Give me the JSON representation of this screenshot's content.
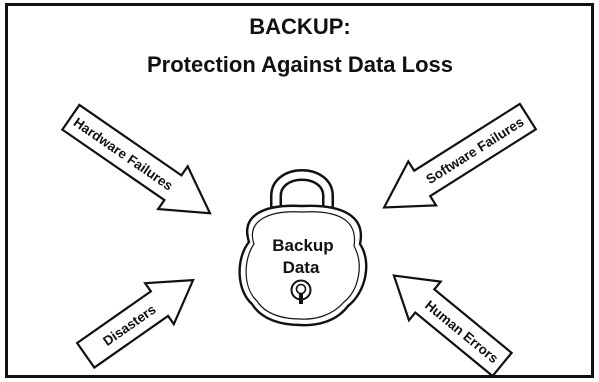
{
  "title": {
    "line1": "BACKUP:",
    "line2": "Protection Against Data Loss"
  },
  "threats": {
    "top_left": "Hardware Failures",
    "top_right": "Software Failures",
    "bottom_left": "Disasters",
    "bottom_right": "Human Errors"
  },
  "center": {
    "line1": "Backup",
    "line2": "Data"
  },
  "icons": {
    "center": "padlock-icon"
  },
  "colors": {
    "ink": "#111111",
    "background": "#ffffff"
  }
}
